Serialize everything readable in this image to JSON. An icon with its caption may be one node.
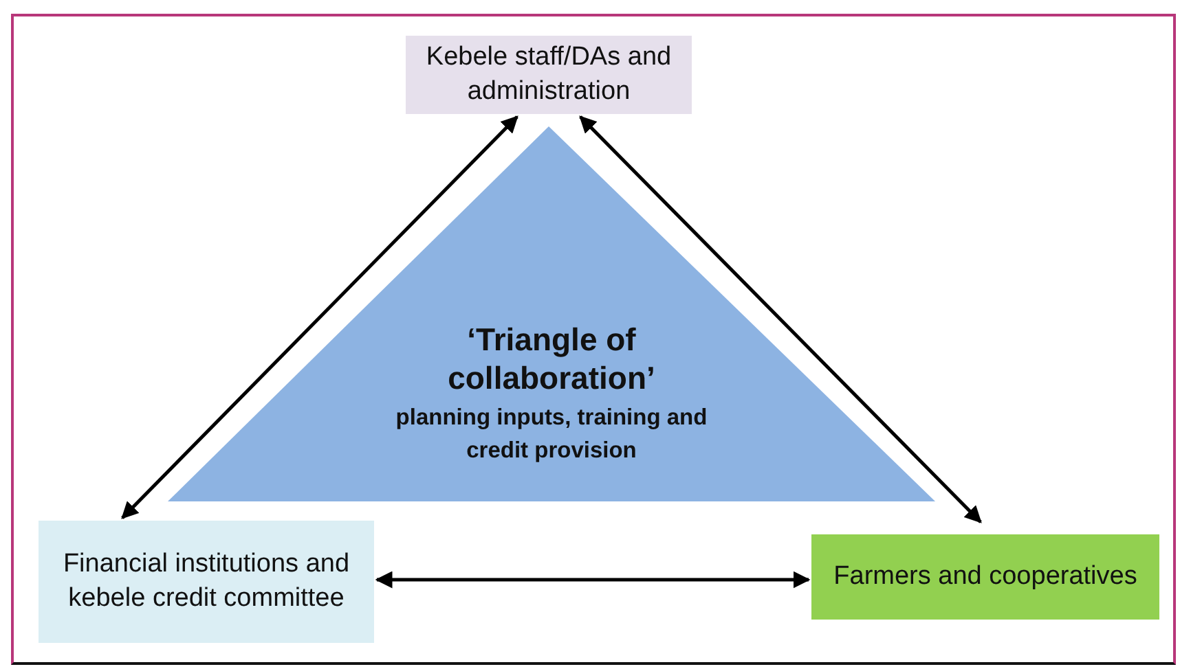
{
  "diagram": {
    "nodes": [
      {
        "text": [
          "Kebele staff/DAs and administration"
        ]
      },
      {
        "text": [
          "‘Triangle of collaboration’",
          "planning inputs, training and credit provision"
        ]
      },
      {
        "text": [
          "Financial institutions and kebele credit committee"
        ]
      },
      {
        "text": [
          "Farmers and cooperatives"
        ]
      }
    ],
    "edges": [
      {
        "from": 0,
        "to": 2,
        "arrow": "both"
      },
      {
        "from": 0,
        "to": 3,
        "arrow": "both"
      },
      {
        "from": 2,
        "to": 3,
        "arrow": "both"
      }
    ]
  }
}
